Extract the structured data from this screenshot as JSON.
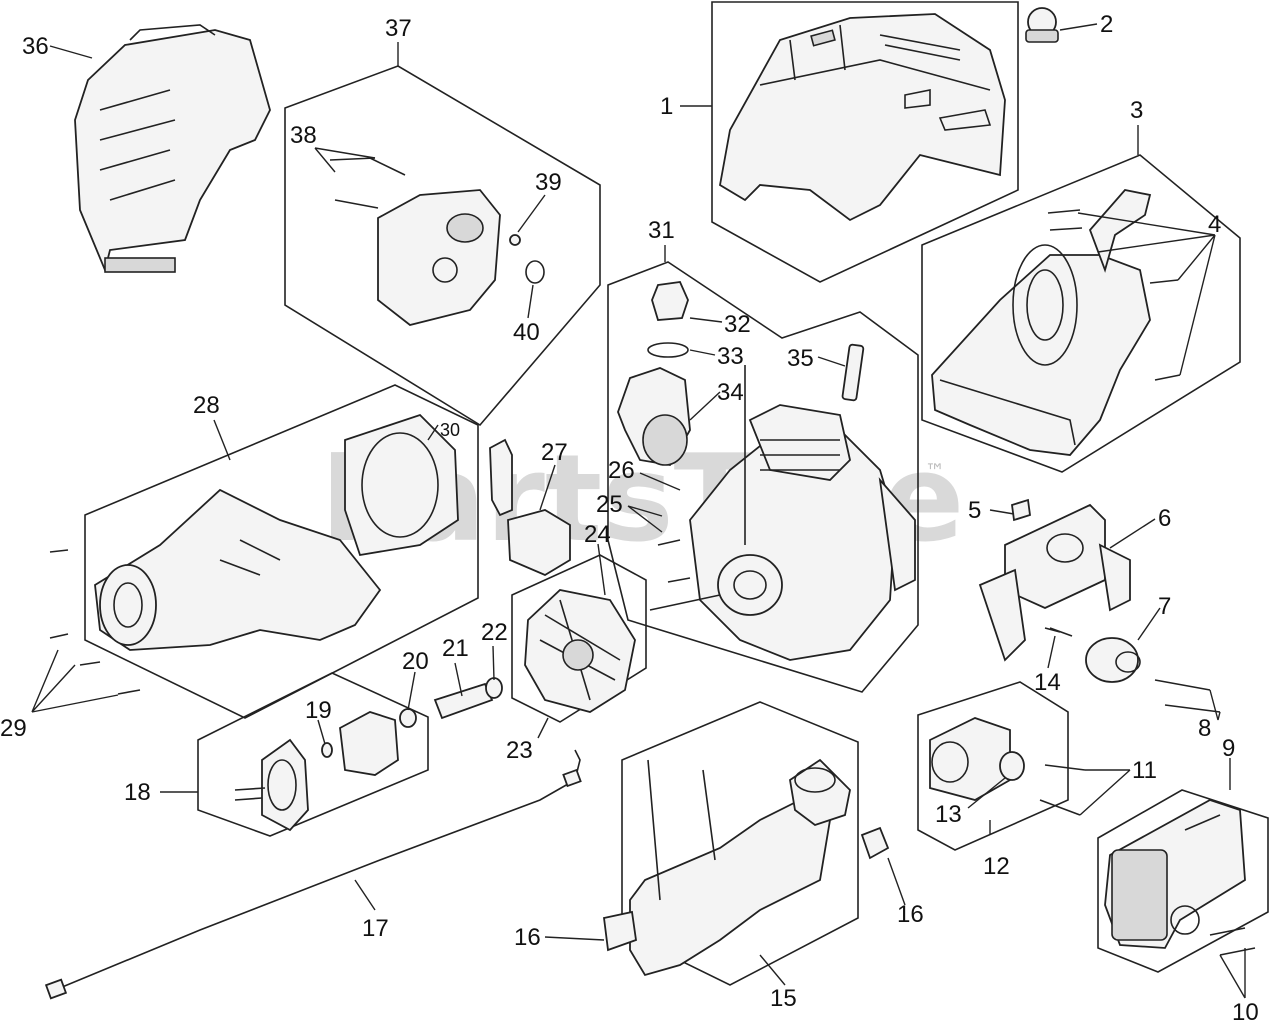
{
  "watermark": "PartsTree",
  "trademark": "™",
  "callouts": [
    "1",
    "2",
    "3",
    "4",
    "5",
    "6",
    "7",
    "8",
    "9",
    "10",
    "11",
    "12",
    "13",
    "14",
    "15",
    "16",
    "16",
    "17",
    "18",
    "19",
    "20",
    "21",
    "22",
    "23",
    "24",
    "25",
    "26",
    "27",
    "28",
    "29",
    "30",
    "31",
    "32",
    "33",
    "34",
    "35",
    "36",
    "37",
    "38",
    "39",
    "40"
  ]
}
